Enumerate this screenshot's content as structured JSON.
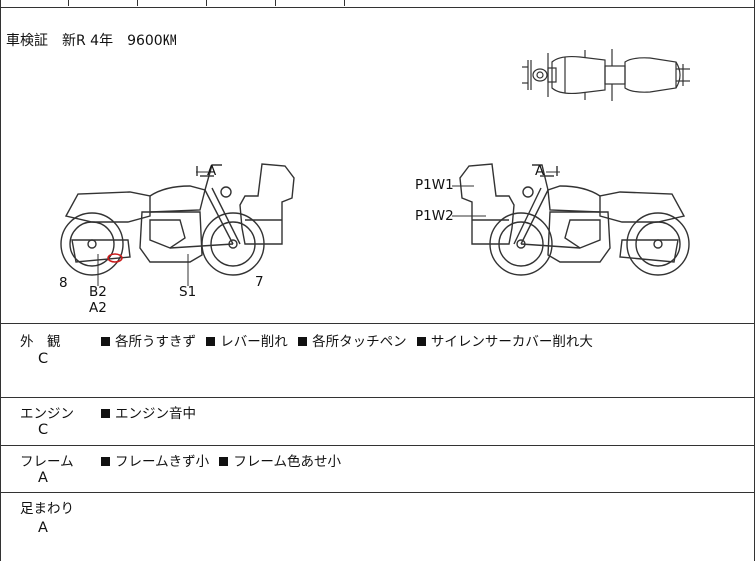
{
  "registration": "車検証　新R 4年　9600㏎",
  "diagram_labels": {
    "left_A": "A",
    "left_8": "8",
    "left_B2": "B2",
    "left_A2": "A2",
    "left_S1": "S1",
    "left_7": "7",
    "right_A": "A",
    "right_P1W1": "P1W1",
    "right_P1W2": "P1W2"
  },
  "rows": [
    {
      "name": "外　観",
      "grade": "C",
      "notes": [
        "各所うすきず",
        "レバー削れ",
        "各所タッチペン",
        "サイレンサーカバー削れ大"
      ]
    },
    {
      "name": "エンジン",
      "grade": "C",
      "notes": [
        "エンジン音中"
      ]
    },
    {
      "name": "フレーム",
      "grade": "A",
      "notes": [
        "フレームきず小",
        "フレーム色あせ小"
      ]
    },
    {
      "name": "足まわり",
      "grade": "A",
      "notes": []
    }
  ],
  "colors": {
    "line": "#333333",
    "damage_mark": "#cc1b1b"
  }
}
